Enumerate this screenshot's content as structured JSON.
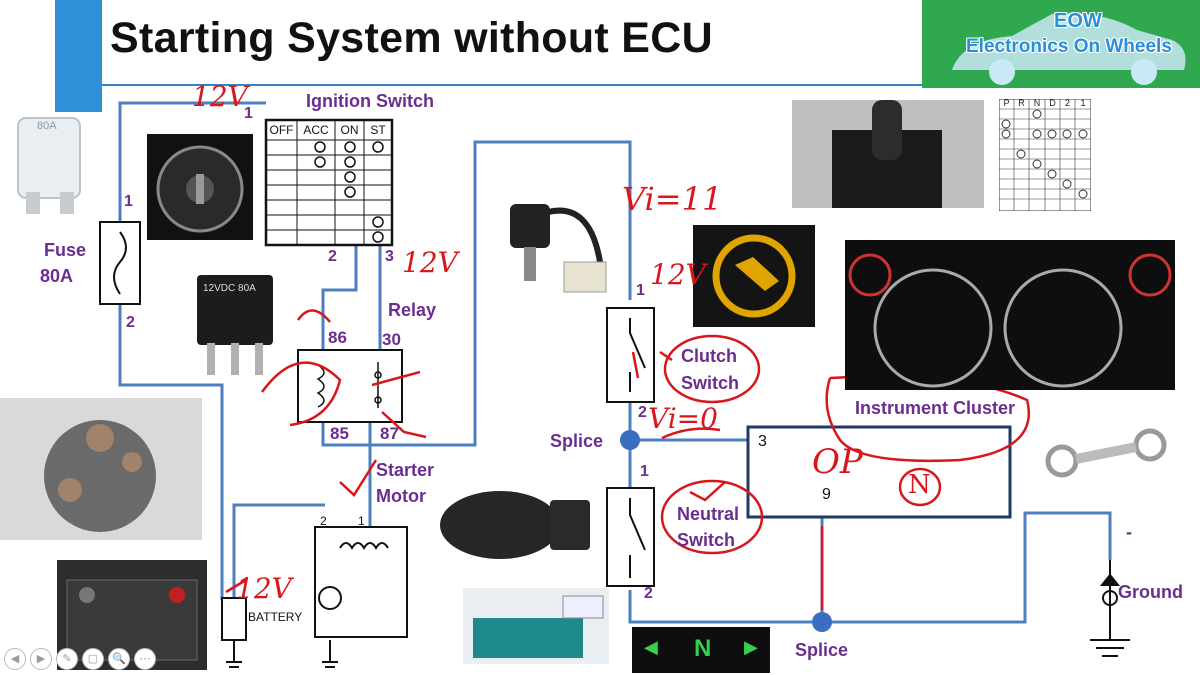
{
  "title": "Starting System without ECU",
  "logo": {
    "line1": "EOW",
    "line2": "Electronics On Wheels"
  },
  "labels": {
    "ignition_switch": "Ignition Switch",
    "fuse": "Fuse",
    "fuse_rating": "80A",
    "relay": "Relay",
    "starter": "Starter",
    "motor": "Motor",
    "battery": "BATTERY",
    "clutch": "Clutch",
    "switch_clutch": "Switch",
    "neutral": "Neutral",
    "switch_neutral": "Switch",
    "splice1": "Splice",
    "splice2": "Splice",
    "instrument_cluster": "Instrument Cluster",
    "ground": "Ground",
    "minus": "-",
    "fuse_photo": "80A",
    "relay_photo": "12VDC  80A"
  },
  "ignition_table": {
    "headers": [
      "OFF",
      "ACC",
      "ON",
      "ST"
    ]
  },
  "pins": {
    "ign_1": "1",
    "ign_2": "2",
    "ign_3": "3",
    "fuse_1": "1",
    "fuse_2": "2",
    "relay_86": "86",
    "relay_30": "30",
    "relay_85": "85",
    "relay_87": "87",
    "starter_2": "2",
    "starter_1": "1",
    "clutch_1": "1",
    "clutch_2": "2",
    "neutral_1": "1",
    "neutral_2": "2",
    "cluster_3": "3",
    "cluster_9": "9"
  },
  "annotations": {
    "v12_top": "12V",
    "v12_ign": "12V",
    "v12_clutch": "12V",
    "v12_batt": "12V",
    "vi_top": "Vi=11",
    "vi_bottom": "Vi=0",
    "op": "OP",
    "n_circled": "N"
  },
  "gear_table": {
    "headers": [
      "P",
      "R",
      "N",
      "D",
      "2",
      "1"
    ]
  },
  "indicator_strip": {
    "n_letter": "N"
  },
  "nav": [
    "◀",
    "▶",
    "✎",
    "▢",
    "🔍",
    "⋯"
  ]
}
